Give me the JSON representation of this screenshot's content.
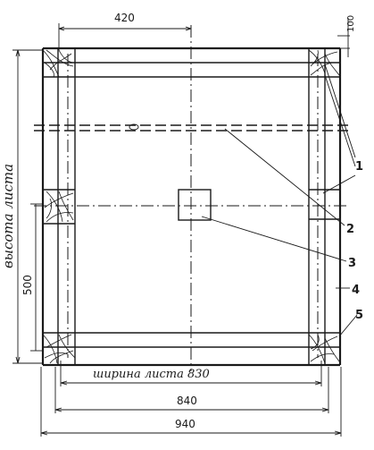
{
  "dimensions": {
    "half_width": "420",
    "top_margin": "100",
    "height_label": "высота листа",
    "lower_height": "500",
    "sheet_width_label": "ширина листа 830",
    "inner_width": "840",
    "outer_width": "940"
  },
  "callouts": [
    "1",
    "2",
    "3",
    "4",
    "5"
  ]
}
